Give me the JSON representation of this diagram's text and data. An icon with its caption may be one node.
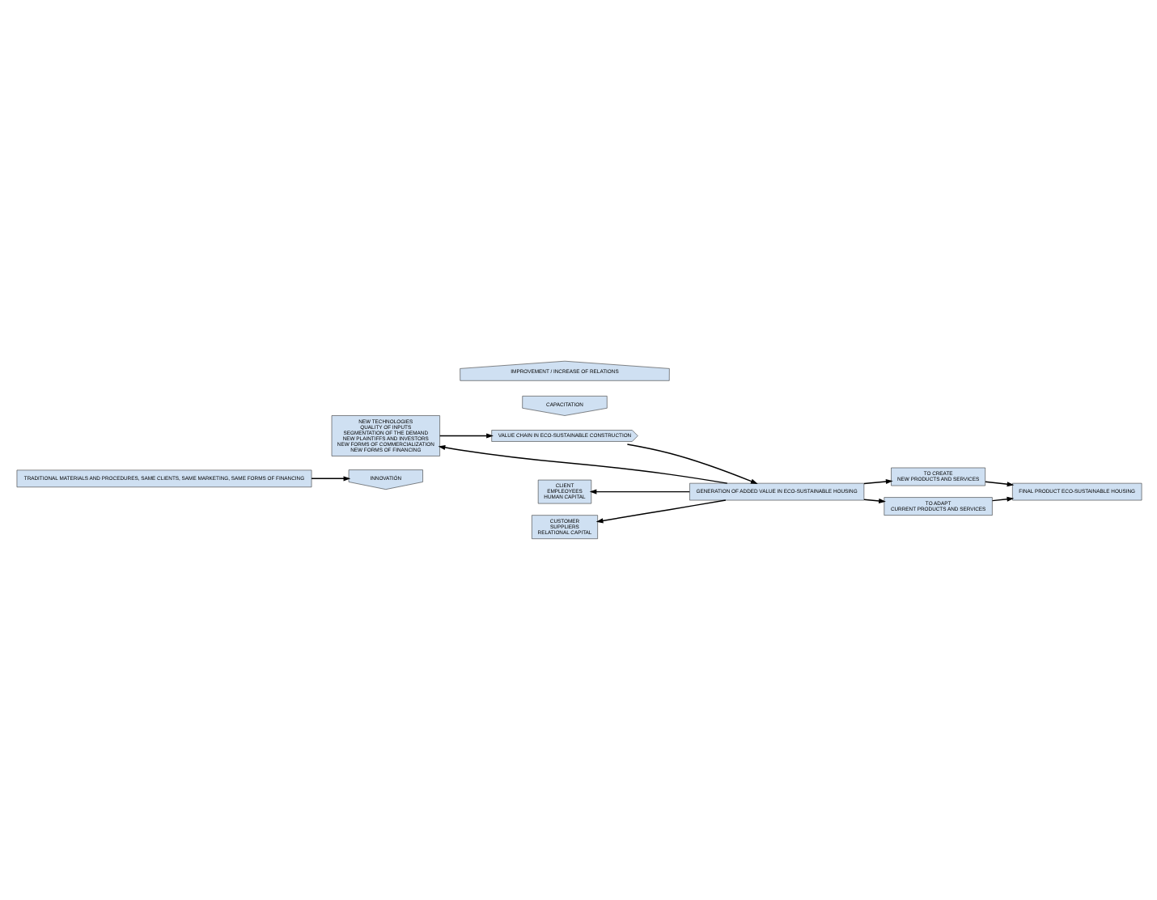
{
  "diagram": {
    "nodes": [
      {
        "text": [
          "TRADITIONAL MATERIALS AND PROCEDURES, SAME CLIENTS, SAME MARKETING, SAME FORMS OF FINANCING"
        ]
      },
      {
        "text": [
          "INNOVATIÓN"
        ]
      },
      {
        "text": [
          "NEW TECHNOLOGIES",
          "QUALITY OF INPUTS",
          "SEGMENTATION OF THE DEMAND",
          "NEW PLAINTIFFS AND INVESTORS",
          "NEW FORMS OF COMMERCIALIZATION",
          "NEW FORMS OF FINANCING"
        ]
      },
      {
        "text": [
          "CLIENT",
          "EMPLEOYEES",
          "HUMAN CAPITAL"
        ]
      },
      {
        "text": [
          "CAPACITATION"
        ]
      },
      {
        "text": [
          "VALUE CHAIN IN ECO-SUSTAINABLE CONSTRUCTION"
        ]
      },
      {
        "text": [
          "IMPROVEMENT / INCREASE OF RELATIONS"
        ]
      },
      {
        "text": [
          "CUSTOMER",
          "SUPPLIERS",
          "RELATIONAL CAPITAL"
        ]
      },
      {
        "text": [
          "GENERATION OF ADDED VALUE IN ECO-SUSTAINABLE HOUSING"
        ]
      },
      {
        "text": [
          "TO CREATE",
          "NEW PRODUCTS AND SERVICES"
        ]
      },
      {
        "text": [
          "TO ADAPT",
          "CURRENT PRODUCTS AND SERVICES"
        ]
      },
      {
        "text": [
          "FINAL PRODUCT ECO-SUSTAINABLE HOUSING"
        ]
      }
    ],
    "edges": [
      {
        "from": 0,
        "to": 1,
        "arrow": "to"
      },
      {
        "from": 2,
        "to": 5,
        "arrow": "to"
      },
      {
        "from": 5,
        "to": 8,
        "arrow": "to"
      },
      {
        "from": 8,
        "to": 3,
        "arrow": "to"
      },
      {
        "from": 8,
        "to": 7,
        "arrow": "to"
      },
      {
        "from": 8,
        "to": 2,
        "arrow": "to"
      },
      {
        "from": 8,
        "to": 9,
        "arrow": "to"
      },
      {
        "from": 8,
        "to": 10,
        "arrow": "to"
      },
      {
        "from": 9,
        "to": 11,
        "arrow": "to"
      },
      {
        "from": 10,
        "to": 11,
        "arrow": "to"
      }
    ]
  }
}
